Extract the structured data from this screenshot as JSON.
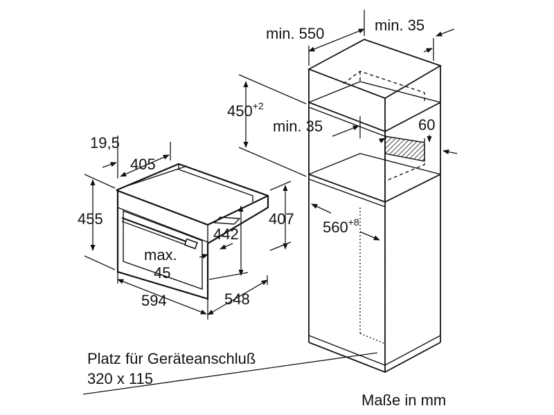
{
  "dimensions": {
    "min_550": "min. 550",
    "min_35_top": "min. 35",
    "d450": "450",
    "d450_sup": "+2",
    "min_35_mid": "min. 35",
    "d60": "60",
    "d560": "560",
    "d560_sup": "+8",
    "d19_5": "19,5",
    "d405": "405",
    "d455": "455",
    "d442": "442",
    "d407": "407",
    "max_line1": "max.",
    "max_line2": "45",
    "d594": "594",
    "d548": "548"
  },
  "notes": {
    "connection_line1": "Platz für Geräteanschluß",
    "connection_line2": "320 x 115",
    "units": "Maße in mm"
  },
  "colors": {
    "line": "#111111",
    "background": "#ffffff"
  }
}
